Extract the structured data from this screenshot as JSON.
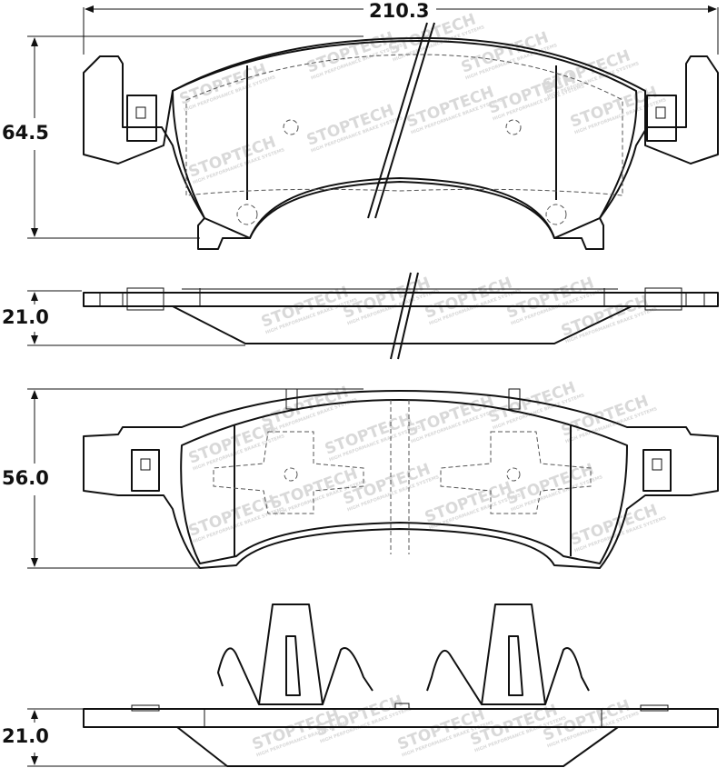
{
  "dimensions": {
    "overall_width": "210.3",
    "top_view_height": "64.5",
    "side_view_thickness": "21.0",
    "bottom_view_height": "56.0",
    "clip_view_thickness": "21.0"
  },
  "watermark": {
    "brand": "STOPTECH",
    "tagline": "HIGH PERFORMANCE BRAKE SYSTEMS"
  }
}
